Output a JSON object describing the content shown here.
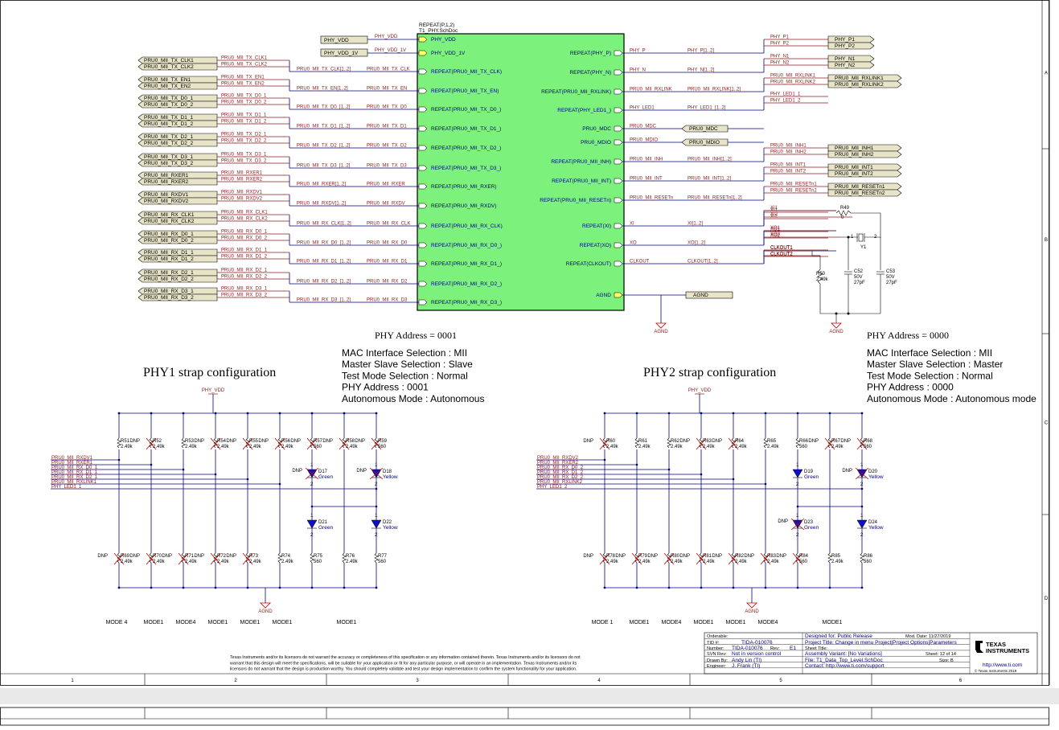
{
  "sheet_block": {
    "header_line1": "REPEAT(P,1,2)",
    "header_line2": "T1_PHY.SchDoc",
    "fill": "#7cf17c",
    "left_pins": [
      "PHY_VDD",
      "PHY_VDD_1V",
      "REPEAT(PRU0_MII_TX_CLK)",
      "REPEAT(PRU0_MII_TX_EN)",
      "REPEAT(PRU0_MII_TX_D0_)",
      "REPEAT(PRU0_MII_TX_D1_)",
      "REPEAT(PRU0_MII_TX_D2_)",
      "REPEAT(PRU0_MII_TX_D3_)",
      "REPEAT(PRU0_MII_RXER)",
      "REPEAT(PRU0_MII_RXDV)",
      "REPEAT(PRU0_MII_RX_CLK)",
      "REPEAT(PRU0_MII_RX_D0_)",
      "REPEAT(PRU0_MII_RX_D1_)",
      "REPEAT(PRU0_MII_RX_D2_)",
      "REPEAT(PRU0_MII_RX_D3_)"
    ],
    "right_pins": [
      "REPEAT(PHY_P)",
      "REPEAT(PHY_N)",
      "REPEAT(PRU0_MII_RXLINK)",
      "REPEAT(PHY_LED1_)",
      "PRU0_MDC",
      "PRU0_MDIO",
      "REPEAT(PRU0_MII_INH)",
      "REPEAT(PRU0_MII_INT)",
      "REPEAT(PRU0_MII_RESETn)",
      "REPEAT(XI)",
      "REPEAT(XO)",
      "REPEAT(CLKOUT)",
      "AGND"
    ]
  },
  "left_nets": [
    {
      "ports": [
        "PRU0_MII_TX_CLK1",
        "PRU0_MII_TX_CLK2"
      ],
      "bus": "PRU0_MII_TX_CLK[1..2]",
      "pin": "PRU0_MII_TX_CLK"
    },
    {
      "ports": [
        "PRU0_MII_TX_EN1",
        "PRU0_MII_TX_EN2"
      ],
      "bus": "PRU0_MII_TX_EN[1..2]",
      "pin": "PRU0_MII_TX_EN"
    },
    {
      "ports": [
        "PRU0_MII_TX_D0_1",
        "PRU0_MII_TX_D0_2"
      ],
      "bus": "PRU0_MII_TX_D0_[1..2]",
      "pin": "PRU0_MII_TX_D0"
    },
    {
      "ports": [
        "PRU0_MII_TX_D1_1",
        "PRU0_MII_TX_D1_2"
      ],
      "bus": "PRU0_MII_TX_D1_[1..2]",
      "pin": "PRU0_MII_TX_D1"
    },
    {
      "ports": [
        "PRU0_MII_TX_D2_1",
        "PRU0_MII_TX_D2_2"
      ],
      "bus": "PRU0_MII_TX_D2_[1..2]",
      "pin": "PRU0_MII_TX_D2"
    },
    {
      "ports": [
        "PRU0_MII_TX_D3_1",
        "PRU0_MII_TX_D3_2"
      ],
      "bus": "PRU0_MII_TX_D3_[1..2]",
      "pin": "PRU0_MII_TX_D3"
    },
    {
      "ports": [
        "PRU0_MII_RXER1",
        "PRU0_MII_RXER2"
      ],
      "bus": "PRU0_MII_RXER[1..2]",
      "pin": "PRU0_MII_RXER"
    },
    {
      "ports": [
        "PRU0_MII_RXDV1",
        "PRU0_MII_RXDV2"
      ],
      "bus": "PRU0_MII_RXDV[1..2]",
      "pin": "PRU0_MII_RXDV"
    },
    {
      "ports": [
        "PRU0_MII_RX_CLK1",
        "PRU0_MII_RX_CLK2"
      ],
      "bus": "PRU0_MII_RX_CLK[1..2]",
      "pin": "PRU0_MII_RX_CLK"
    },
    {
      "ports": [
        "PRU0_MII_RX_D0_1",
        "PRU0_MII_RX_D0_2"
      ],
      "bus": "PRU0_MII_RX_D0_[1..2]",
      "pin": "PRU0_MII_RX_D0"
    },
    {
      "ports": [
        "PRU0_MII_RX_D1_1",
        "PRU0_MII_RX_D1_2"
      ],
      "bus": "PRU0_MII_RX_D1_[1..2]",
      "pin": "PRU0_MII_RX_D1"
    },
    {
      "ports": [
        "PRU0_MII_RX_D2_1",
        "PRU0_MII_RX_D2_2"
      ],
      "bus": "PRU0_MII_RX_D2_[1..2]",
      "pin": "PRU0_MII_RX_D2"
    },
    {
      "ports": [
        "PRU0_MII_RX_D3_1",
        "PRU0_MII_RX_D3_2"
      ],
      "bus": "PRU0_MII_RX_D3_[1..2]",
      "pin": "PRU0_MII_RX_D3"
    }
  ],
  "power": {
    "phy_vdd": "PHY_VDD",
    "phy_vdd_1v": "PHY_VDD_1V",
    "agnd": "AGND"
  },
  "right_nets": [
    {
      "net": "PHY_P",
      "bus": "PHY_P[1..2]",
      "labels": [
        "PHY_P1",
        "PHY_P2"
      ],
      "ports": [
        "PHY_P1",
        "PHY_P2"
      ]
    },
    {
      "net": "PHY_N",
      "bus": "PHY_N[1..2]",
      "labels": [
        "PHY_N1",
        "PHY_N2"
      ],
      "ports": [
        "PHY_N1",
        "PHY_N2"
      ]
    },
    {
      "net": "PRU0_MII_RXLINK",
      "bus": "PRU0_MII_RXLINK[1..2]",
      "labels": [
        "PRU0_MII_RXLINK1",
        "PRU0_MII_RXLINK2"
      ],
      "ports": [
        "PRU0_MII_RXLINK1",
        "PRU0_MII_RXLINK2"
      ]
    },
    {
      "net": "PHY_LED1",
      "bus": "PHY_LED1_[1..2]",
      "labels": [
        "PHY_LED1_1",
        "PHY_LED1_2"
      ],
      "ports": []
    },
    {
      "net": "PRU0_MDC",
      "bus": "",
      "labels": [],
      "ports": [
        "PRU0_MDC"
      ]
    },
    {
      "net": "PRU0_MDIO",
      "bus": "",
      "labels": [],
      "ports": [
        "PRU0_MDIO"
      ]
    },
    {
      "net": "PRU0_MII_INH",
      "bus": "PRU0_MII_INH[1..2]",
      "labels": [
        "PRU0_MII_INH1",
        "PRU0_MII_INH2"
      ],
      "ports": [
        "PRU0_MII_INH1",
        "PRU0_MII_INH2"
      ]
    },
    {
      "net": "PRU0_MII_INT",
      "bus": "PRU0_MII_INT[1..2]",
      "labels": [
        "PRU0_MII_INT1",
        "PRU0_MII_INT2"
      ],
      "ports": [
        "PRU0_MII_INT1",
        "PRU0_MII_INT2"
      ]
    },
    {
      "net": "PRU0_MII_RESETn",
      "bus": "PRU0_MII_RESETn[1..2]",
      "labels": [
        "PRU0_MII_RESETn1",
        "PRU0_MII_RESETn2"
      ],
      "ports": [
        "PRU0_MII_RESETn1",
        "PRU0_MII_RESETn2"
      ]
    },
    {
      "net": "XI",
      "bus": "XI[1..2]",
      "labels": [
        "XI1",
        "XI2"
      ],
      "ports": []
    },
    {
      "net": "XO",
      "bus": "XO[1..2]",
      "labels": [
        "XO1",
        "XO2"
      ],
      "ports": []
    },
    {
      "net": "CLKOUT",
      "bus": "CLKOUT[1..2]",
      "labels": [
        "CLKOUT1",
        "CLKOUT2"
      ],
      "ports": []
    }
  ],
  "crystal": {
    "r49": "R49",
    "r49_val": "0",
    "y1": "Y1",
    "pin1": "1",
    "pin2": "2",
    "r50": "R50",
    "r50_val": "2.49k",
    "c52": "C52",
    "c52_v": "50V",
    "c52_val": "27pF",
    "c53": "C53",
    "c53_v": "50V",
    "c53_val": "27pF"
  },
  "phy1": {
    "address_label": "PHY Address = 0001",
    "title": "PHY1 strap configuration",
    "info": [
      "MAC Interface Selection : MII",
      "Master Slave Selection : Slave",
      "Test Mode Selection : Normal",
      "PHY Address : 0001",
      "Autonomous Mode : Autonomous"
    ],
    "top_res": [
      {
        "ref": "R51",
        "val": "2.49k",
        "dnp": false
      },
      {
        "ref": "R52",
        "val": "2.49k",
        "dnp": true
      },
      {
        "ref": "R53",
        "val": "2.49k",
        "dnp": false
      },
      {
        "ref": "R54",
        "val": "2.49k",
        "dnp": true
      },
      {
        "ref": "R55",
        "val": "2.49k",
        "dnp": true
      },
      {
        "ref": "R56",
        "val": "2.49k",
        "dnp": true
      },
      {
        "ref": "R57",
        "val": "560",
        "dnp": true
      },
      {
        "ref": "R58",
        "val": "2.49k",
        "dnp": true
      },
      {
        "ref": "R59",
        "val": "560",
        "dnp": true
      }
    ],
    "bot_res": [
      {
        "ref": "R69",
        "val": "2.49k",
        "dnp": true
      },
      {
        "ref": "R70",
        "val": "2.49k",
        "dnp": true
      },
      {
        "ref": "R71",
        "val": "2.49k",
        "dnp": true
      },
      {
        "ref": "R72",
        "val": "2.49k",
        "dnp": true
      },
      {
        "ref": "R73",
        "val": "2.49k",
        "dnp": true
      },
      {
        "ref": "R74",
        "val": "2.49k",
        "dnp": false
      },
      {
        "ref": "R75",
        "val": "560",
        "dnp": false
      },
      {
        "ref": "R76",
        "val": "2.49k",
        "dnp": false
      },
      {
        "ref": "R77",
        "val": "560",
        "dnp": false
      }
    ],
    "nets": [
      "PRU0_MII_RXDV1",
      "PRU0_MII_RXER1",
      "PRU0_MII_RX_D0_1",
      "PRU0_MII_RX_D1_1",
      "PRU0_MII_RX_D2_1",
      "PRU0_MII_RXLINK1",
      "PHY_LED1_1"
    ],
    "leds": [
      {
        "ref": "D17",
        "color": "Green",
        "dnp": true
      },
      {
        "ref": "D18",
        "color": "Yellow",
        "dnp": true
      },
      {
        "ref": "D21",
        "color": "Green",
        "dnp": false
      },
      {
        "ref": "D22",
        "color": "Yellow",
        "dnp": false
      }
    ],
    "modes": [
      "MODE 4",
      "MODE1",
      "MODE4",
      "MODE1",
      "MODE1",
      "MODE1",
      "MODE1"
    ]
  },
  "phy2": {
    "address_label": "PHY Address = 0000",
    "title": "PHY2 strap configuration",
    "info": [
      "MAC Interface Selection : MII",
      "Master Slave Selection : Master",
      "Test Mode Selection : Normal",
      "PHY Address : 0000",
      "Autonomous Mode : Autonomous mode"
    ],
    "top_res": [
      {
        "ref": "R60",
        "val": "2.49k",
        "dnp": true
      },
      {
        "ref": "R61",
        "val": "2.49k",
        "dnp": false
      },
      {
        "ref": "R62",
        "val": "2.49k",
        "dnp": false
      },
      {
        "ref": "R63",
        "val": "2.49k",
        "dnp": true
      },
      {
        "ref": "R64",
        "val": "2.49k",
        "dnp": true
      },
      {
        "ref": "R65",
        "val": "2.49k",
        "dnp": false
      },
      {
        "ref": "R66",
        "val": "560",
        "dnp": false
      },
      {
        "ref": "R67",
        "val": "2.49k",
        "dnp": true
      },
      {
        "ref": "R68",
        "val": "560",
        "dnp": true
      }
    ],
    "bot_res": [
      {
        "ref": "R78",
        "val": "2.49k",
        "dnp": true
      },
      {
        "ref": "R79",
        "val": "2.49k",
        "dnp": true
      },
      {
        "ref": "R80",
        "val": "2.49k",
        "dnp": true
      },
      {
        "ref": "R81",
        "val": "2.49k",
        "dnp": true
      },
      {
        "ref": "R82",
        "val": "2.49k",
        "dnp": true
      },
      {
        "ref": "R83",
        "val": "2.49k",
        "dnp": true
      },
      {
        "ref": "R84",
        "val": "560",
        "dnp": true
      },
      {
        "ref": "R85",
        "val": "2.49k",
        "dnp": false
      },
      {
        "ref": "R86",
        "val": "560",
        "dnp": false
      }
    ],
    "nets": [
      "PRU0_MII_RXDV2",
      "PRU0_MII_RXER2",
      "PRU0_MII_RX_D0_2",
      "PRU0_MII_RX_D1_2",
      "PRU0_MII_RX_D2_2",
      "PRU0_MII_RXLINK2",
      "PHY_LED1_2"
    ],
    "leds": [
      {
        "ref": "D19",
        "color": "Green",
        "dnp": false
      },
      {
        "ref": "D20",
        "color": "Yellow",
        "dnp": true
      },
      {
        "ref": "D23",
        "color": "Green",
        "dnp": true
      },
      {
        "ref": "D24",
        "color": "Yellow",
        "dnp": false
      }
    ],
    "modes": [
      "MODE 1",
      "MODE1",
      "MODE4",
      "MODE1",
      "MODE1",
      "MODE4",
      "MODE1"
    ]
  },
  "dnp_label": "DNP",
  "disclaimer": [
    "Texas Instruments and/or its licensors do not warrant the accuracy or completeness of this specification or any information contained therein. Texas Instruments and/or its licensors do not",
    "warrant that this design will meet the specifications, will be suitable for your application or fit for any particular purpose, or will operate in an implementation. Texas Instruments and/or its",
    "licensors do not warrant that the design is production worthy. You should completely validate and test your design implementation to confirm the system functionality for your application."
  ],
  "title_block": {
    "orderable": "Orderable:",
    "tid": "TID #:",
    "tid_val": "TIDA-010076",
    "number": "Number:",
    "number_val": "TIDA-010076",
    "rev": "Rev:",
    "rev_val": "E1",
    "svn": "SVN Rev:",
    "svn_val": "Not in version control",
    "drawn": "Drawn By:",
    "drawn_val": "Andy Lin (TI)",
    "engineer": "Engineer:",
    "engineer_val": "J. Frank (TI)",
    "designed_for": "Designed for: Public Release",
    "mod_date": "Mod. Date: 11/27/2019",
    "project_title": "Project Title: Change in menu Project|Project Options|Parameters",
    "sheet_title": "Sheet Title:",
    "assembly": "Assembly Variant: [No Variations]",
    "sheet": "Sheet: 12 of 14",
    "file": "File: T1_Data_Top_Level.SchDoc",
    "size": "Size: B",
    "contact": "Contact: http://www.ti.com/support",
    "ti_line1": "TEXAS",
    "ti_line2": "INSTRUMENTS",
    "url": "http://www.ti.com",
    "copyright": "© Texas Instruments 2019"
  },
  "frame": {
    "cols": [
      "1",
      "2",
      "3",
      "4",
      "5",
      "6"
    ],
    "rows": [
      "A",
      "B",
      "C",
      "D"
    ]
  }
}
